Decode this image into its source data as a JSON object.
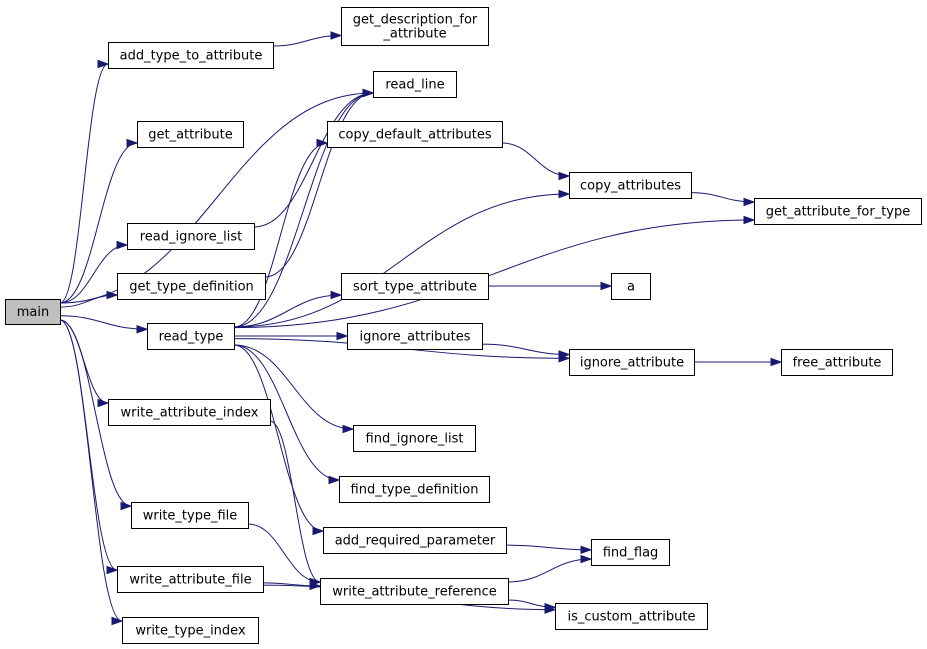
{
  "nodes": {
    "main": {
      "lines": [
        "main"
      ],
      "root": true
    },
    "add_type_to_attribute": {
      "lines": [
        "add_type_to_attribute"
      ]
    },
    "get_description_for_attribute": {
      "lines": [
        "get_description_for",
        "_attribute"
      ]
    },
    "get_attribute": {
      "lines": [
        "get_attribute"
      ]
    },
    "read_line": {
      "lines": [
        "read_line"
      ]
    },
    "copy_default_attributes": {
      "lines": [
        "copy_default_attributes"
      ]
    },
    "copy_attributes": {
      "lines": [
        "copy_attributes"
      ]
    },
    "get_attribute_for_type": {
      "lines": [
        "get_attribute_for_type"
      ]
    },
    "read_ignore_list": {
      "lines": [
        "read_ignore_list"
      ]
    },
    "get_type_definition": {
      "lines": [
        "get_type_definition"
      ]
    },
    "sort_type_attribute": {
      "lines": [
        "sort_type_attribute"
      ]
    },
    "a": {
      "lines": [
        "a"
      ]
    },
    "read_type": {
      "lines": [
        "read_type"
      ]
    },
    "ignore_attributes": {
      "lines": [
        "ignore_attributes"
      ]
    },
    "ignore_attribute": {
      "lines": [
        "ignore_attribute"
      ]
    },
    "free_attribute": {
      "lines": [
        "free_attribute"
      ]
    },
    "write_attribute_index": {
      "lines": [
        "write_attribute_index"
      ]
    },
    "find_ignore_list": {
      "lines": [
        "find_ignore_list"
      ]
    },
    "find_type_definition": {
      "lines": [
        "find_type_definition"
      ]
    },
    "write_type_file": {
      "lines": [
        "write_type_file"
      ]
    },
    "add_required_parameter": {
      "lines": [
        "add_required_parameter"
      ]
    },
    "find_flag": {
      "lines": [
        "find_flag"
      ]
    },
    "write_attribute_file": {
      "lines": [
        "write_attribute_file"
      ]
    },
    "write_attribute_reference": {
      "lines": [
        "write_attribute_reference"
      ]
    },
    "is_custom_attribute": {
      "lines": [
        "is_custom_attribute"
      ]
    },
    "write_type_index": {
      "lines": [
        "write_type_index"
      ]
    }
  },
  "edges": [
    [
      "main",
      "add_type_to_attribute"
    ],
    [
      "main",
      "get_attribute"
    ],
    [
      "main",
      "read_line"
    ],
    [
      "main",
      "read_ignore_list"
    ],
    [
      "main",
      "get_type_definition"
    ],
    [
      "main",
      "read_type"
    ],
    [
      "main",
      "write_attribute_index"
    ],
    [
      "main",
      "write_type_file"
    ],
    [
      "main",
      "write_attribute_file"
    ],
    [
      "main",
      "write_type_index"
    ],
    [
      "add_type_to_attribute",
      "get_description_for_attribute"
    ],
    [
      "read_ignore_list",
      "read_line"
    ],
    [
      "get_type_definition",
      "read_line"
    ],
    [
      "read_type",
      "read_line"
    ],
    [
      "read_type",
      "copy_default_attributes"
    ],
    [
      "read_type",
      "copy_attributes"
    ],
    [
      "read_type",
      "get_attribute_for_type"
    ],
    [
      "read_type",
      "sort_type_attribute"
    ],
    [
      "read_type",
      "ignore_attributes"
    ],
    [
      "read_type",
      "ignore_attribute"
    ],
    [
      "read_type",
      "find_ignore_list"
    ],
    [
      "read_type",
      "find_type_definition"
    ],
    [
      "read_type",
      "add_required_parameter"
    ],
    [
      "copy_default_attributes",
      "copy_attributes"
    ],
    [
      "copy_attributes",
      "get_attribute_for_type"
    ],
    [
      "sort_type_attribute",
      "a"
    ],
    [
      "ignore_attributes",
      "ignore_attribute"
    ],
    [
      "ignore_attribute",
      "free_attribute"
    ],
    [
      "add_required_parameter",
      "find_flag"
    ],
    [
      "write_attribute_index",
      "write_attribute_reference"
    ],
    [
      "write_type_file",
      "write_attribute_reference"
    ],
    [
      "write_attribute_file",
      "write_attribute_reference"
    ],
    [
      "write_attribute_file",
      "is_custom_attribute"
    ],
    [
      "write_attribute_reference",
      "find_flag"
    ],
    [
      "write_attribute_reference",
      "is_custom_attribute"
    ]
  ],
  "colors": {
    "edge": "#191970",
    "node_border": "#000000",
    "node_fill": "#ffffff",
    "root_fill": "#bfbfbf",
    "text": "#000000"
  }
}
